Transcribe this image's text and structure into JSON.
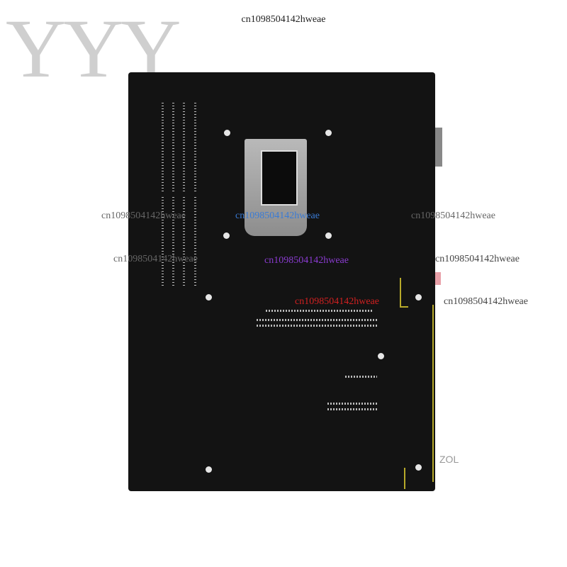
{
  "logo": {
    "text": "YYY"
  },
  "watermark": "cn1098504142hweae",
  "brand_mark": "ZOL",
  "colors": {
    "board": "#131313",
    "trace_accent": "#b7a92a",
    "socket_plate": "#a8a8a8"
  }
}
